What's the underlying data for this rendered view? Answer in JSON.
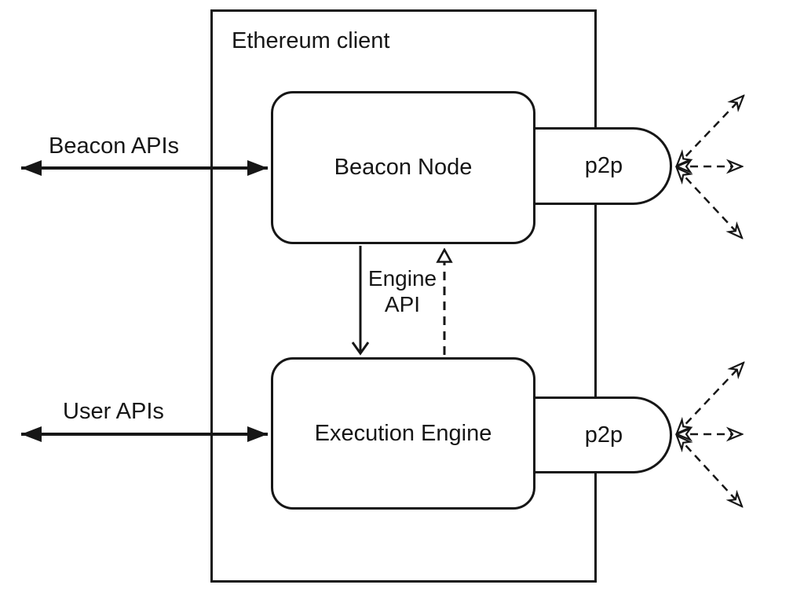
{
  "title": {
    "ethereum_client": "Ethereum client"
  },
  "nodes": {
    "beacon_node": "Beacon Node",
    "execution_engine": "Execution Engine",
    "p2p_top": "p2p",
    "p2p_bottom": "p2p"
  },
  "edges": {
    "beacon_apis": "Beacon APIs",
    "user_apis": "User APIs",
    "engine_api_line1": "Engine",
    "engine_api_line2": "API"
  },
  "colors": {
    "stroke": "#161616",
    "background": "#ffffff"
  }
}
